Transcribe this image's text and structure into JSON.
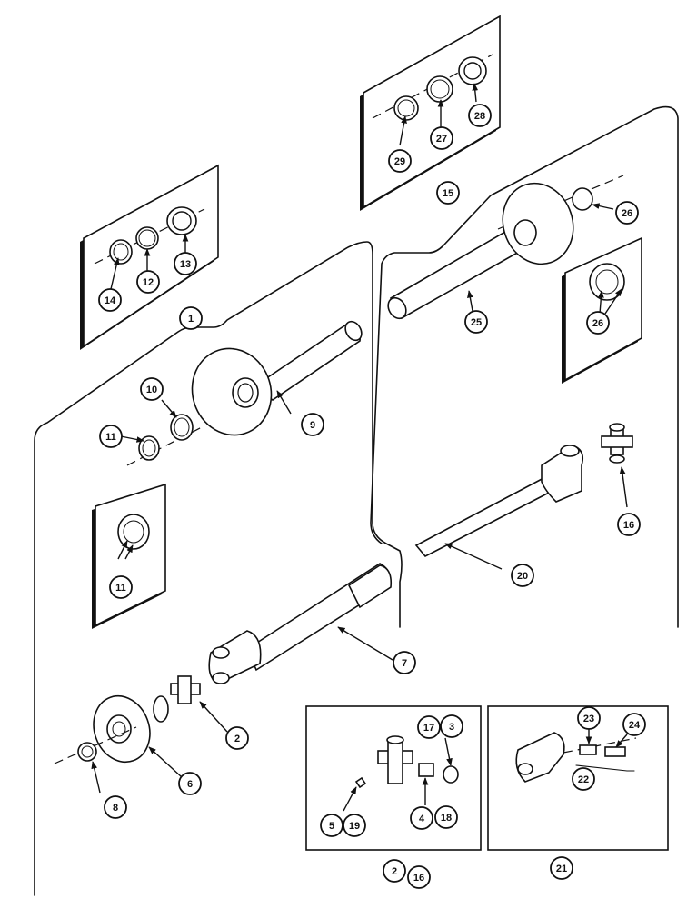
{
  "callouts": {
    "c1": "1",
    "c2": "2",
    "c3": "3",
    "c4": "4",
    "c5": "5",
    "c6": "6",
    "c7": "7",
    "c8": "8",
    "c9": "9",
    "c10": "10",
    "c11a": "11",
    "c11b": "11",
    "c12": "12",
    "c13": "13",
    "c14": "14",
    "c15": "15",
    "c16": "16",
    "c17": "17",
    "c18": "18",
    "c19": "19",
    "c20": "20",
    "c21": "21",
    "c22": "22",
    "c23": "23",
    "c24": "24",
    "c25": "25",
    "c26a": "26",
    "c26b": "26",
    "c27": "27",
    "c28": "28",
    "c29": "29",
    "c2b": "2",
    "c16b": "16"
  }
}
